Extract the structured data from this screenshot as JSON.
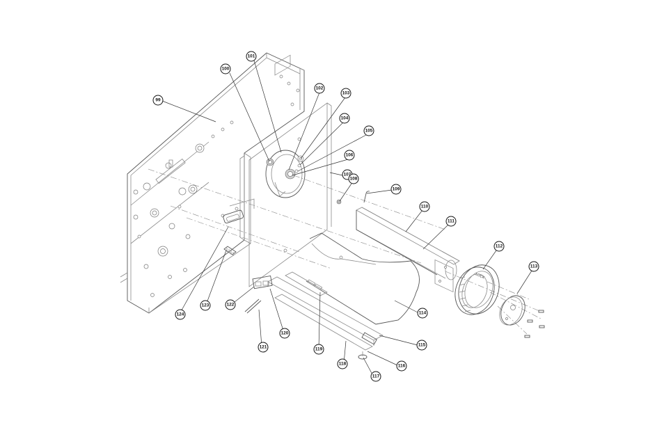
{
  "callouts": [
    {
      "id": "c99",
      "label": "99"
    },
    {
      "id": "c100",
      "label": "100"
    },
    {
      "id": "c101",
      "label": "101"
    },
    {
      "id": "c102",
      "label": "102"
    },
    {
      "id": "c103",
      "label": "103"
    },
    {
      "id": "c104",
      "label": "104"
    },
    {
      "id": "c105",
      "label": "105"
    },
    {
      "id": "c106",
      "label": "106"
    },
    {
      "id": "c107",
      "label": "107"
    },
    {
      "id": "c108",
      "label": "108"
    },
    {
      "id": "c109",
      "label": "109"
    },
    {
      "id": "c110",
      "label": "110"
    },
    {
      "id": "c111",
      "label": "111"
    },
    {
      "id": "c112",
      "label": "112"
    },
    {
      "id": "c113",
      "label": "113"
    },
    {
      "id": "c114",
      "label": "114"
    },
    {
      "id": "c115",
      "label": "115"
    },
    {
      "id": "c116",
      "label": "116"
    },
    {
      "id": "c117",
      "label": "117"
    },
    {
      "id": "c118",
      "label": "118"
    },
    {
      "id": "c119",
      "label": "119"
    },
    {
      "id": "c120",
      "label": "120"
    },
    {
      "id": "c121",
      "label": "121"
    },
    {
      "id": "c122",
      "label": "122"
    },
    {
      "id": "c123",
      "label": "123"
    },
    {
      "id": "c124",
      "label": "124"
    }
  ],
  "ring_marking": "LOCK"
}
